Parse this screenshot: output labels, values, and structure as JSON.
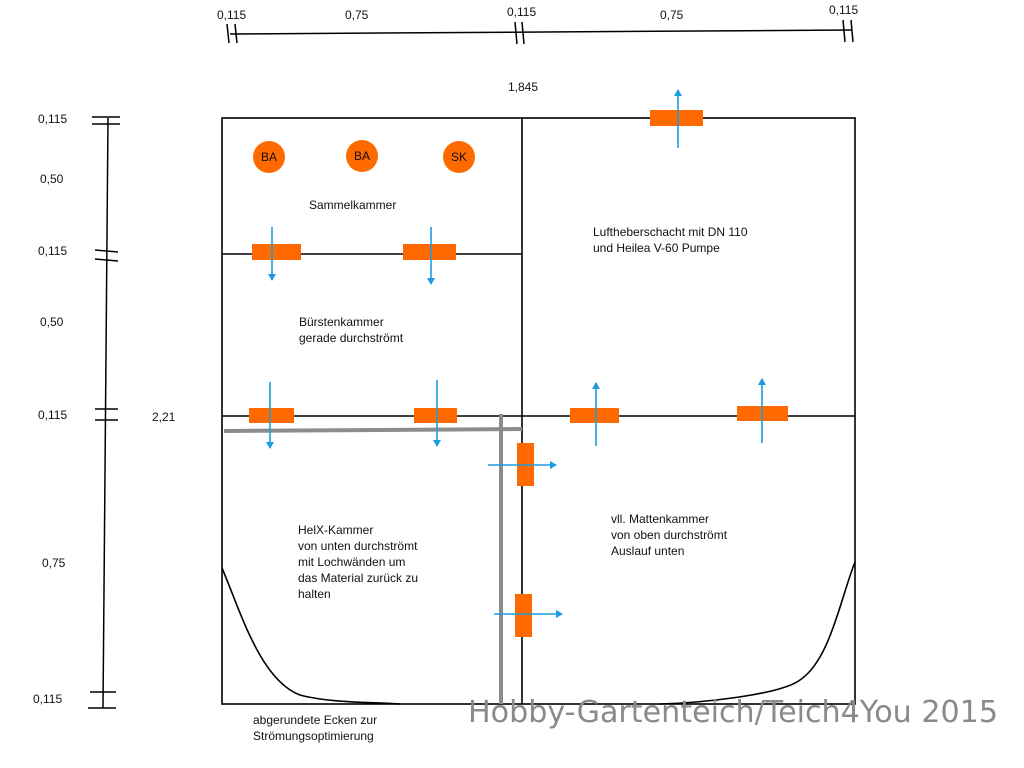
{
  "top_dimensions": [
    "0,115",
    "0,75",
    "0,115",
    "0,75",
    "0,115"
  ],
  "total_width": "1,845",
  "left_dimensions": [
    "0,115",
    "0,50",
    "0,115",
    "0,50",
    "0,115",
    "0,75",
    "0,115"
  ],
  "total_height": "2,21",
  "badges": [
    "BA",
    "BA",
    "SK"
  ],
  "chambers": {
    "sammelkammer": [
      "Sammelkammer"
    ],
    "buerstenkammer": [
      "Bürstenkammer",
      "gerade durchströmt"
    ],
    "luftheber": [
      "Luftheberschacht mit DN 110",
      "und Heilea V-60 Pumpe"
    ],
    "helx": [
      "HelX-Kammer",
      "von unten durchströmt",
      "mit Lochwänden um",
      "das Material zurück zu",
      "halten"
    ],
    "matten": [
      "vll. Mattenkammer",
      "von oben durchströmt",
      "Auslauf unten"
    ]
  },
  "note": [
    "abgerundete Ecken zur",
    "Strömungsoptimierung"
  ],
  "watermark": "Hobby-Gartenteich/Teich4You 2015",
  "colors": {
    "orange": "#ff6a00",
    "arrow": "#1e9be0",
    "wall": "#000000",
    "grey": "#8c8c8c"
  }
}
